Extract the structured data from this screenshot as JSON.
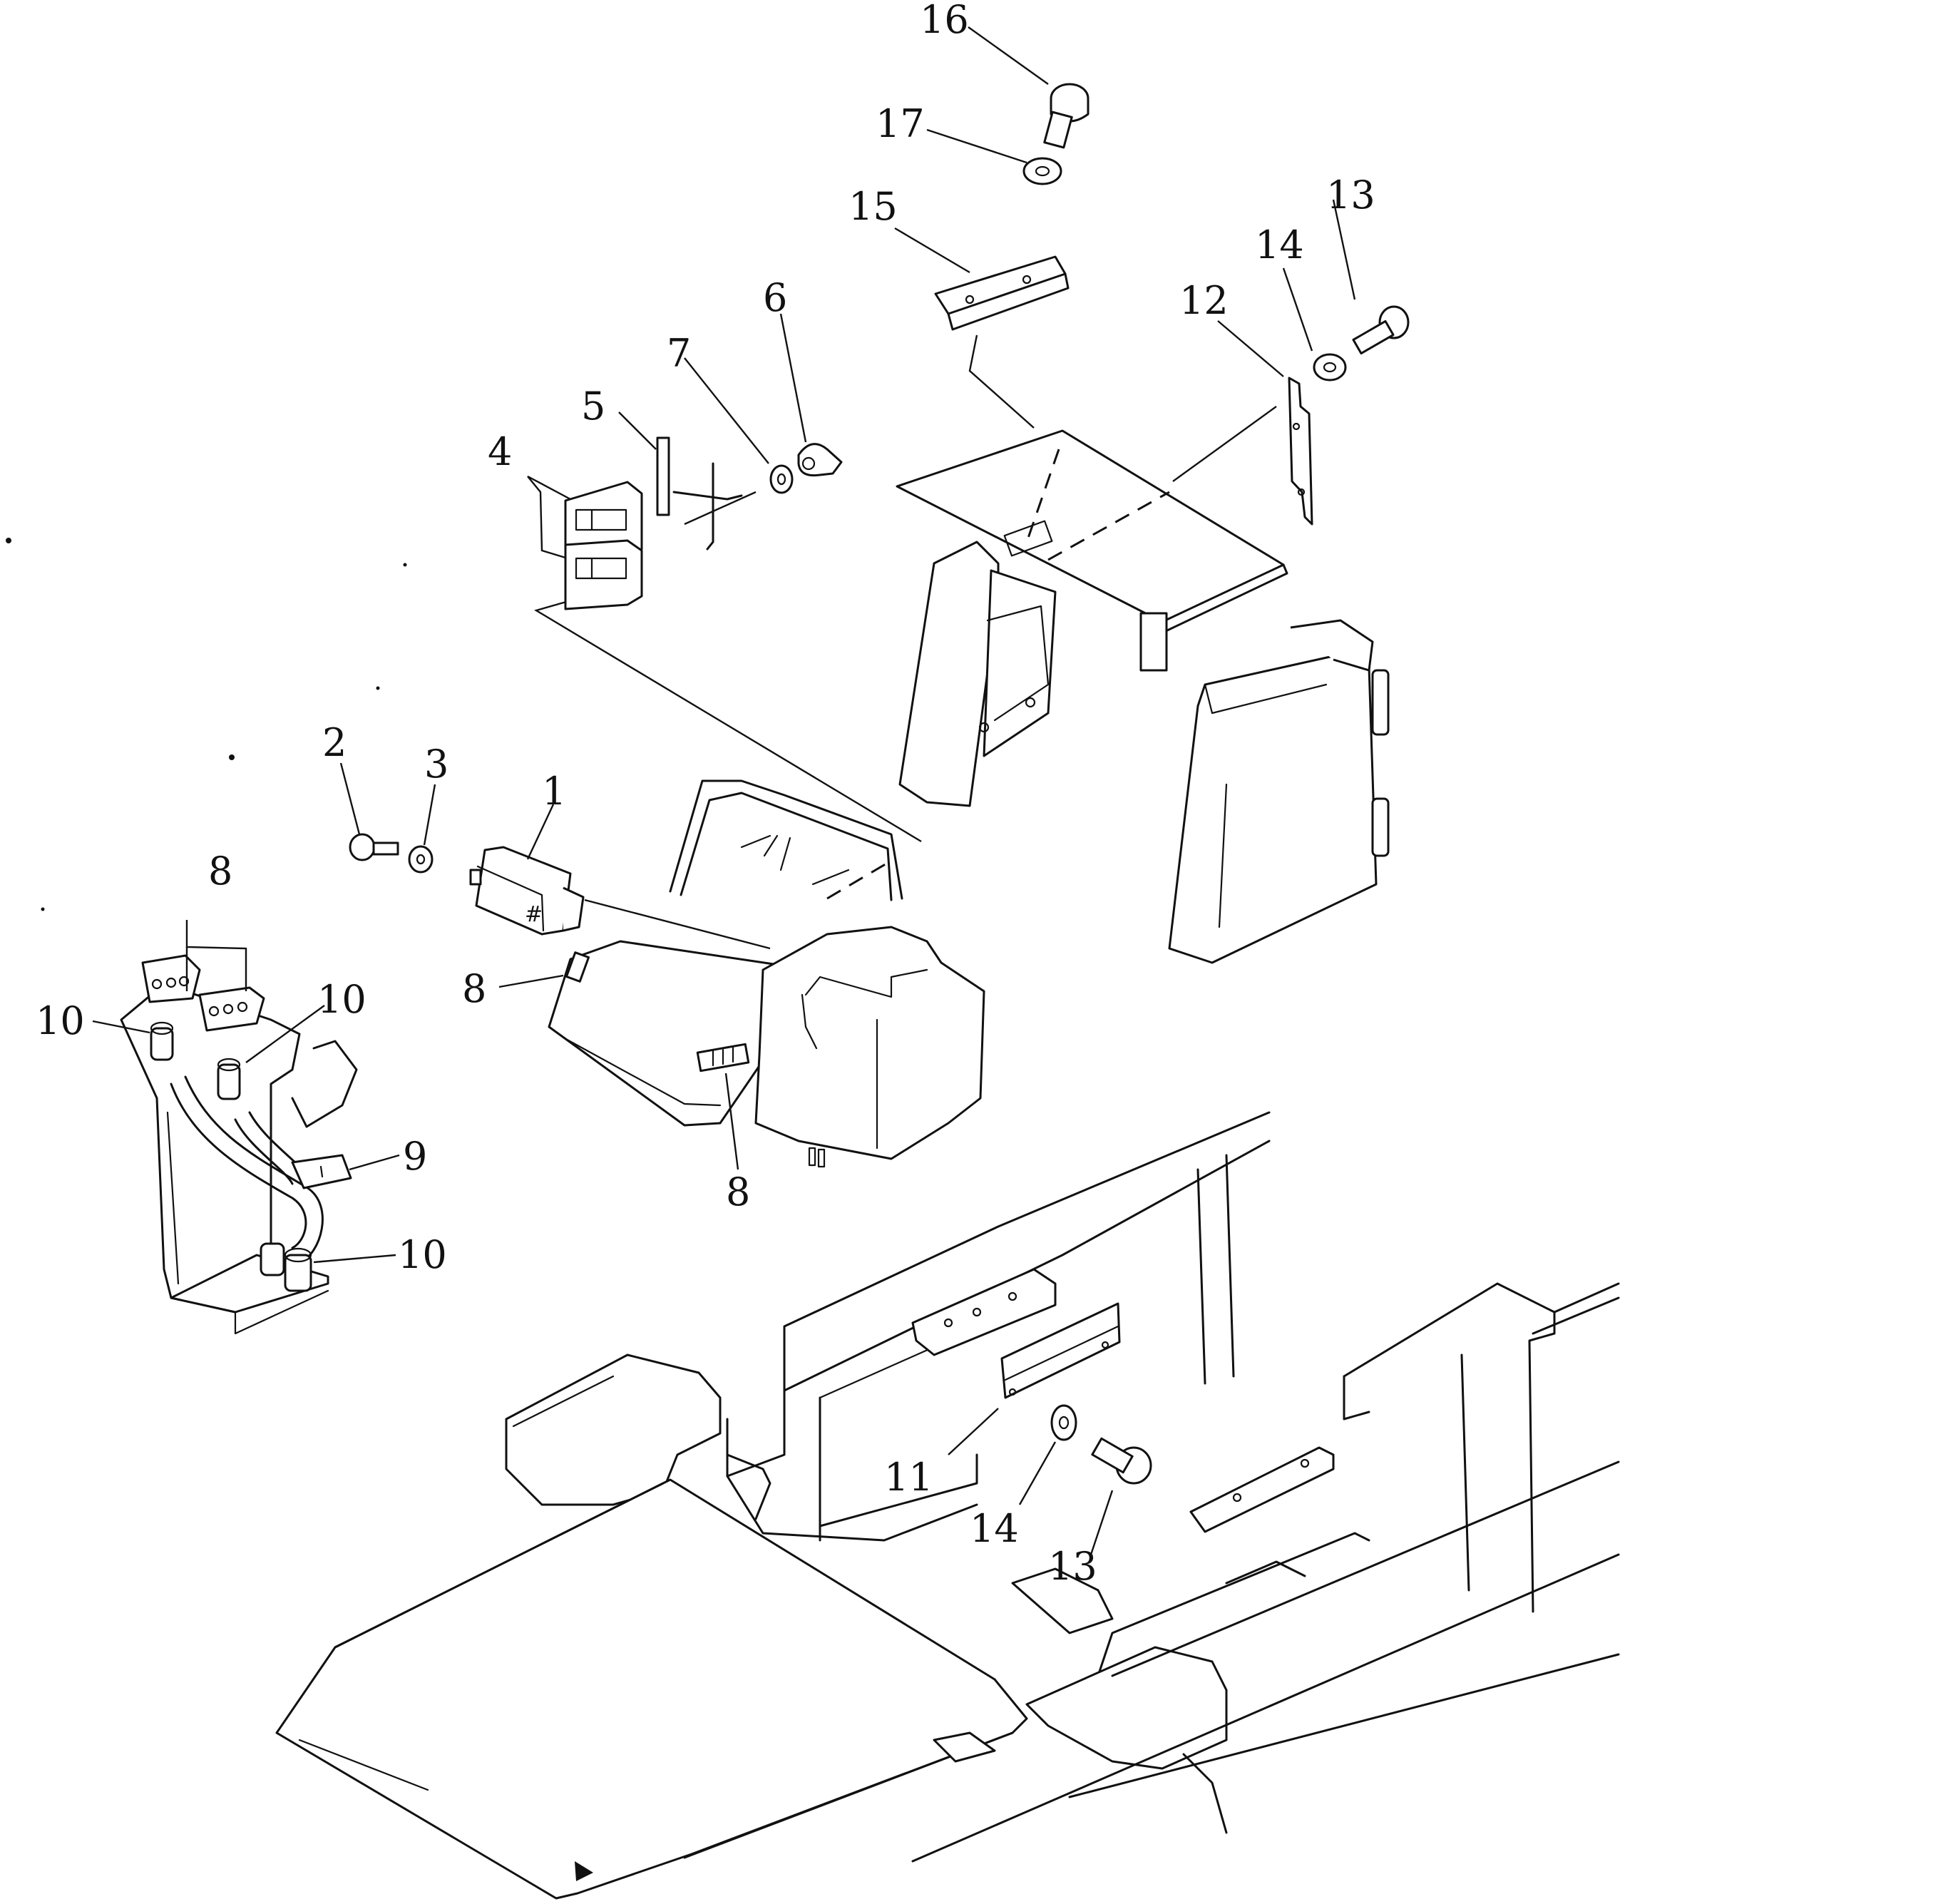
{
  "diagram": {
    "callouts": [
      {
        "id": "c1",
        "text": "1"
      },
      {
        "id": "c2",
        "text": "2"
      },
      {
        "id": "c3",
        "text": "3"
      },
      {
        "id": "c4",
        "text": "4"
      },
      {
        "id": "c5",
        "text": "5"
      },
      {
        "id": "c6",
        "text": "6"
      },
      {
        "id": "c7",
        "text": "7"
      },
      {
        "id": "c8a",
        "text": "8"
      },
      {
        "id": "c8b",
        "text": "8"
      },
      {
        "id": "c8c",
        "text": "8"
      },
      {
        "id": "c9",
        "text": "9"
      },
      {
        "id": "c10a",
        "text": "10"
      },
      {
        "id": "c10b",
        "text": "10"
      },
      {
        "id": "c10c",
        "text": "10"
      },
      {
        "id": "c11",
        "text": "11"
      },
      {
        "id": "c12",
        "text": "12"
      },
      {
        "id": "c13a",
        "text": "13"
      },
      {
        "id": "c13b",
        "text": "13"
      },
      {
        "id": "c14a",
        "text": "14"
      },
      {
        "id": "c14b",
        "text": "14"
      },
      {
        "id": "c15",
        "text": "15"
      },
      {
        "id": "c16",
        "text": "16"
      },
      {
        "id": "c17",
        "text": "17"
      }
    ]
  }
}
